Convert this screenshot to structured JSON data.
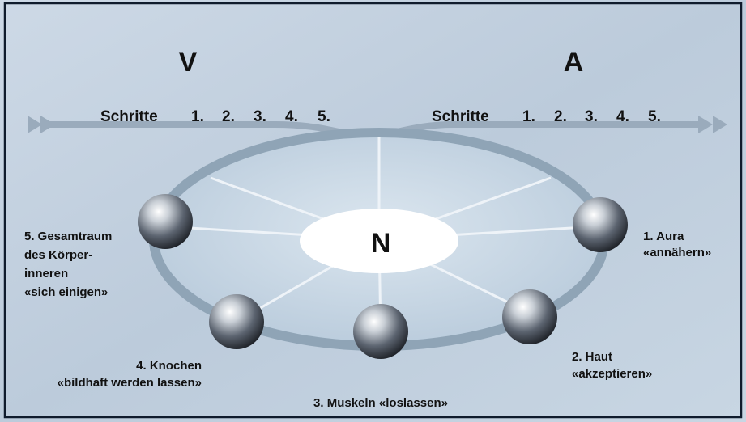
{
  "diagram": {
    "left_letter": "V",
    "right_letter": "A",
    "center_letter": "N",
    "left_steps": {
      "word": "Schritte",
      "numbers": [
        "1.",
        "2.",
        "3.",
        "4.",
        "5."
      ]
    },
    "right_steps": {
      "word": "Schritte",
      "numbers": [
        "1.",
        "2.",
        "3.",
        "4.",
        "5."
      ]
    },
    "nodes": [
      {
        "lines": [
          "1. Aura",
          "«annähern»"
        ]
      },
      {
        "lines": [
          "2. Haut",
          "«akzeptieren»"
        ]
      },
      {
        "lines": [
          "3. Muskeln «loslassen»"
        ]
      },
      {
        "lines": [
          "4. Knochen",
          "«bildhaft werden lassen»"
        ]
      },
      {
        "lines": [
          "5. Gesamtraum",
          "des Körper-",
          "inneren",
          "«sich einigen»"
        ]
      }
    ]
  },
  "colors": {
    "background": "#c4d3e1",
    "frame": "#0f1b2c",
    "ellipse_fill": "#c3d5e3",
    "ellipse_ring": "#8fa4b6",
    "arrow": "#9aabbc",
    "spokes": "#eef3f8",
    "center": "#ffffff"
  }
}
